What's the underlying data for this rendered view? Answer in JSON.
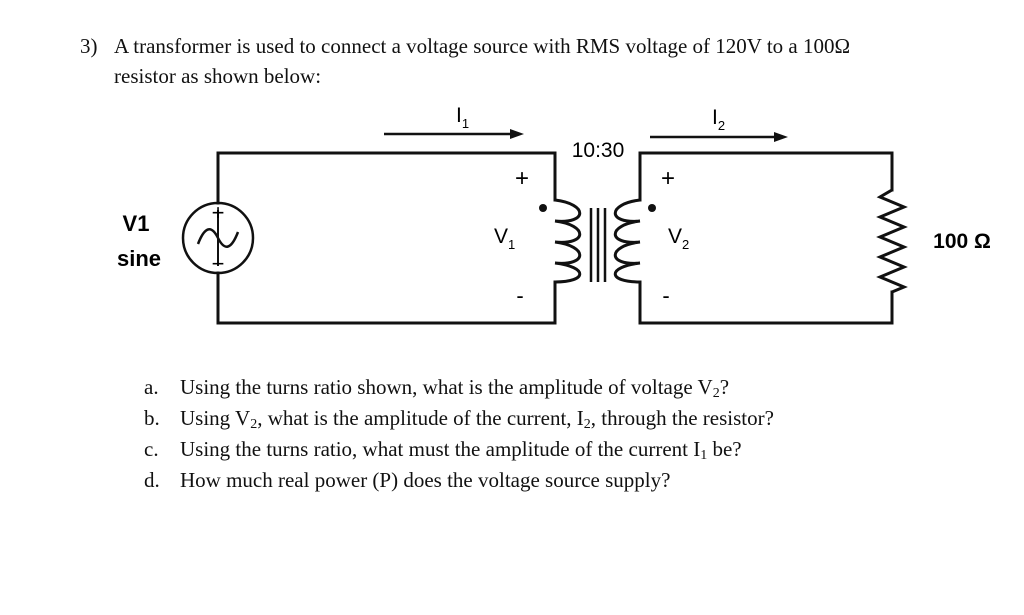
{
  "question": {
    "number": "3)",
    "line1": "A transformer is used to connect a voltage source with RMS voltage of 120V to a 100Ω",
    "line2": "resistor as shown below:"
  },
  "circuit": {
    "source_name": "V1",
    "source_type": "sine",
    "source_plus": "+",
    "source_minus": "−",
    "current1": "I",
    "current1_sub": "1",
    "current2": "I",
    "current2_sub": "2",
    "turns_ratio": "10:30",
    "v1": "V",
    "v1_sub": "1",
    "v2": "V",
    "v2_sub": "2",
    "plus": "+",
    "minus": "-",
    "resistor_label": "100 Ω"
  },
  "subquestions": [
    {
      "label": "a.",
      "pre": "Using the turns ratio shown, what is the amplitude of voltage V",
      "sub": "2",
      "post": "?"
    },
    {
      "label": "b.",
      "pre1": "Using V",
      "sub1": "2",
      "mid": ", what is the amplitude of the current, I",
      "sub2": "2",
      "post": ", through the resistor?"
    },
    {
      "label": "c.",
      "pre": "Using the turns ratio, what must the amplitude of the current I",
      "sub": "1",
      "post": " be?"
    },
    {
      "label": "d.",
      "text": "How much real power (P) does the voltage source supply?"
    }
  ],
  "colors": {
    "ink": "#111111",
    "background": "#ffffff"
  }
}
